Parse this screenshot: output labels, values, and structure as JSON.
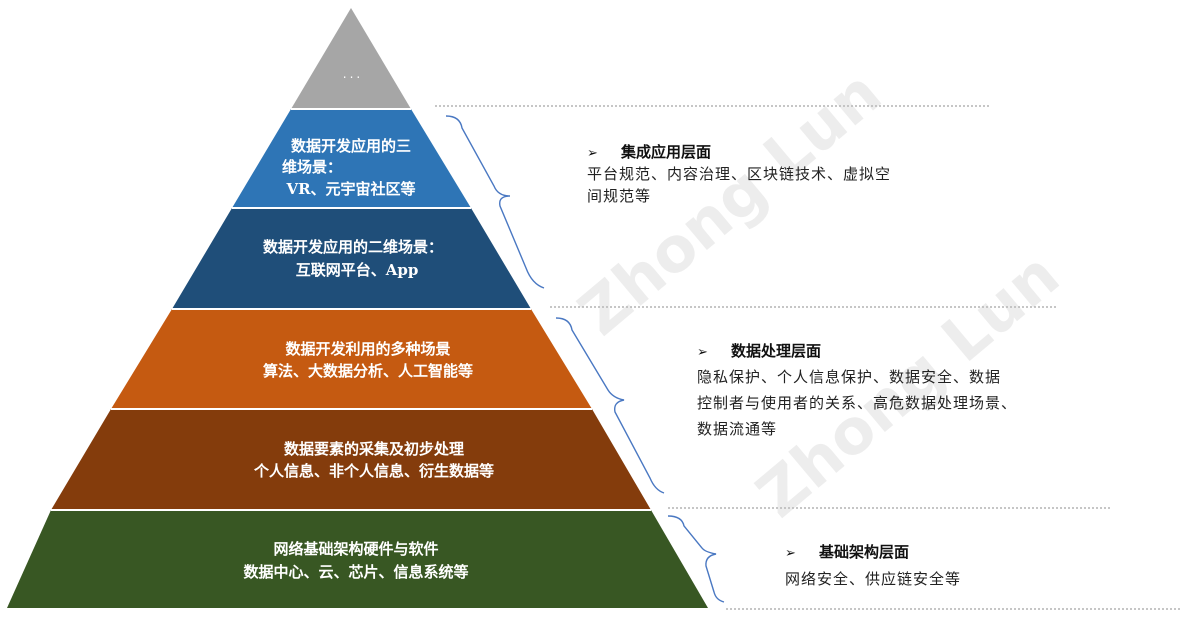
{
  "pyramid": {
    "top": {
      "label": "...",
      "color": "#a6a6a6"
    },
    "tiers": [
      {
        "lines": [
          "数据开发应用的三",
          "维场景：",
          "VR、元宇宙社区等"
        ],
        "color": "#2e75b6"
      },
      {
        "lines": [
          "数据开发应用的二维场景：",
          "互联网平台、App"
        ],
        "color": "#1f4e79"
      },
      {
        "lines": [
          "数据开发利用的多种场景",
          "算法、大数据分析、人工智能等"
        ],
        "color": "#c55a11"
      },
      {
        "lines": [
          "数据要素的采集及初步处理",
          "个人信息、非个人信息、衍生数据等"
        ],
        "color": "#843c0c"
      },
      {
        "lines": [
          "网络基础架构硬件与软件",
          "数据中心、云、芯片、信息系统等"
        ],
        "color": "#385723"
      }
    ]
  },
  "layers": [
    {
      "arrow": "➢",
      "title": "集成应用层面",
      "desc_lines": [
        "平台规范、内容治理、区块链技术、虚拟空",
        "间规范等"
      ]
    },
    {
      "arrow": "➢",
      "title": "数据处理层面",
      "desc_lines": [
        "隐私保护、个人信息保护、数据安全、数据",
        "控制者与使用者的关系、高危数据处理场景、",
        "数据流通等"
      ]
    },
    {
      "arrow": "➢",
      "title": "基础架构层面",
      "desc_lines": [
        "网络安全、供应链安全等"
      ]
    }
  ],
  "watermark": {
    "text": "Zhong Lun"
  },
  "colors": {
    "brace": "#4a78c2",
    "divider": "#8c8c8c"
  }
}
